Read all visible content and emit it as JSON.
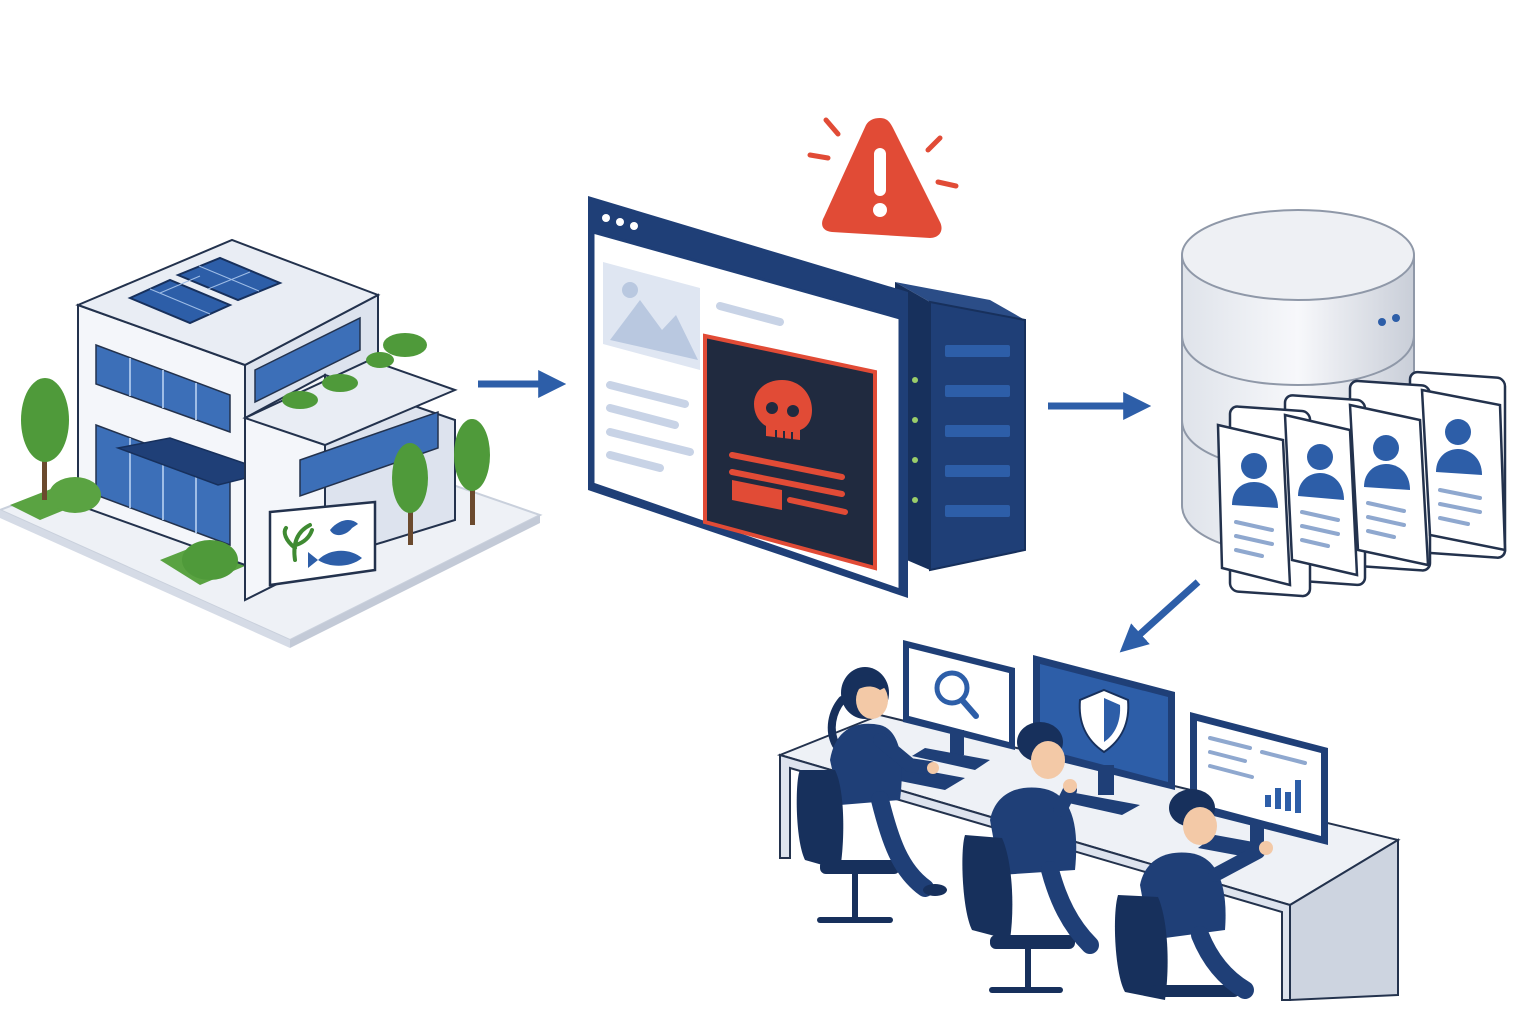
{
  "colors": {
    "navy": "#1f3f77",
    "navy_dark": "#17305c",
    "blue": "#2d5ea8",
    "glass": "#3c6fb8",
    "alert_red": "#e14b36",
    "wall": "#f4f6fa",
    "wall_shade": "#dde3ee",
    "grass": "#5aa342",
    "tree": "#4f9a3a",
    "paper": "#ffffff",
    "outline": "#23324d"
  },
  "icons": {
    "building": "eco-office-building-icon",
    "solar": "solar-panel-icon",
    "eco_sign": "bird-plant-fish-sign-icon",
    "alert": "warning-triangle-icon",
    "browser": "compromised-web-page-icon",
    "skull": "skull-icon",
    "server": "server-tower-icon",
    "database": "database-cylinder-icon",
    "profiles": "user-profile-card-icon",
    "analysts": "security-analysts-team-icon",
    "search": "magnifier-icon",
    "shield": "shield-icon",
    "chart": "bar-chart-icon"
  },
  "flow": [
    "eco-organization",
    "compromised-website",
    "stolen-user-records",
    "security-response-team"
  ]
}
